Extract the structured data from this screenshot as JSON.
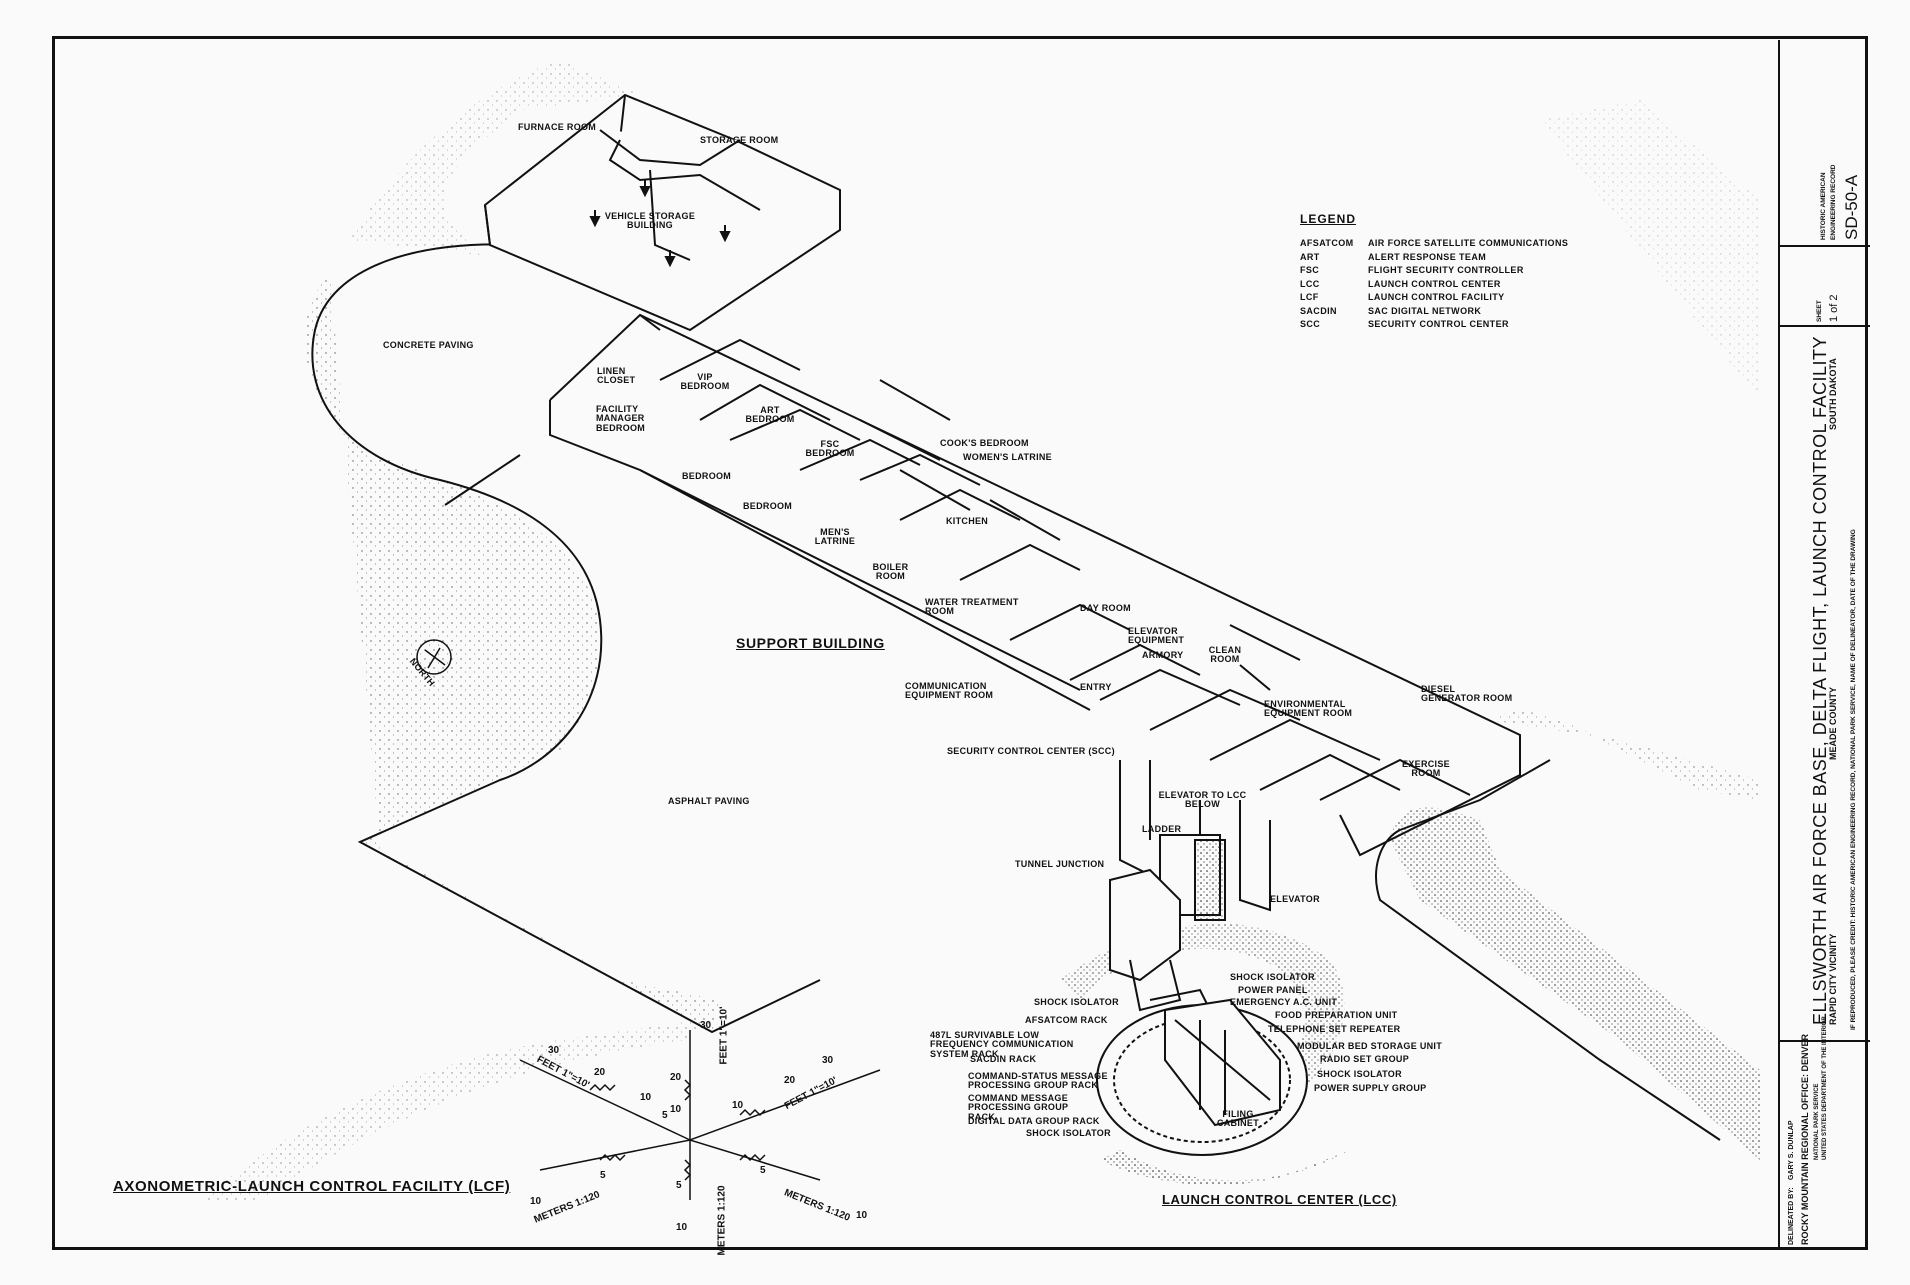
{
  "labels": {
    "furnace_room": "FURNACE ROOM",
    "storage_room": "STORAGE ROOM",
    "vehicle_storage": "VEHICLE STORAGE BUILDING",
    "concrete_paving": "CONCRETE PAVING",
    "asphalt_paving": "ASPHALT PAVING",
    "north": "NORTH",
    "linen_closet": "LINEN CLOSET",
    "vip_bedroom": "VIP BEDROOM",
    "facility_manager_bedroom": "FACILITY MANAGER BEDROOM",
    "art_bedroom": "ART BEDROOM",
    "fsc_bedroom": "FSC BEDROOM",
    "bedroom_1": "BEDROOM",
    "bedroom_2": "BEDROOM",
    "cooks_bedroom": "COOK'S BEDROOM",
    "womens_latrine": "WOMEN'S LATRINE",
    "kitchen": "KITCHEN",
    "mens_latrine": "MEN'S LATRINE",
    "boiler_room": "BOILER ROOM",
    "water_treatment": "WATER TREATMENT ROOM",
    "day_room": "DAY ROOM",
    "support_building": "SUPPORT BUILDING",
    "elevator_equipment": "ELEVATOR EQUIPMENT",
    "armory": "ARMORY",
    "clean_room": "CLEAN ROOM",
    "communication_equipment": "COMMUNICATION EQUIPMENT ROOM",
    "entry": "ENTRY",
    "environmental_equipment": "ENVIRONMENTAL EQUIPMENT ROOM",
    "diesel_generator": "DIESEL GENERATOR ROOM",
    "exercise_room": "EXERCISE ROOM",
    "security_control_center": "SECURITY CONTROL CENTER (SCC)",
    "elevator_to_lcc": "ELEVATOR TO LCC BELOW",
    "ladder": "LADDER",
    "tunnel_junction": "TUNNEL JUNCTION",
    "elevator": "ELEVATOR",
    "shock_isolator_1": "SHOCK ISOLATOR",
    "shock_isolator_2": "SHOCK ISOLATOR",
    "power_panel": "POWER PANEL",
    "emergency_ac": "EMERGENCY A.C. UNIT",
    "afsatcom_rack": "AFSATCOM RACK",
    "food_prep": "FOOD PREPARATION UNIT",
    "telephone_repeater": "TELEPHONE SET REPEATER",
    "survivable_lf": "487L SURVIVABLE LOW FREQUENCY COMMUNICATION SYSTEM RACK",
    "sacdin_rack": "SACDIN RACK",
    "modular_bed": "MODULAR BED STORAGE UNIT",
    "radio_set": "RADIO SET GROUP",
    "command_status": "COMMAND-STATUS MESSAGE PROCESSING GROUP RACK",
    "shock_isolator_3": "SHOCK ISOLATOR",
    "power_supply": "POWER SUPPLY GROUP",
    "command_message": "COMMAND MESSAGE PROCESSING GROUP RACK",
    "digital_data": "DIGITAL DATA GROUP RACK",
    "shock_isolator_4": "SHOCK ISOLATOR",
    "filing_cabinet": "FILING CABINET",
    "launch_control_center": "LAUNCH CONTROL CENTER (LCC)",
    "axonometric_title": "AXONOMETRIC-LAUNCH CONTROL FACILITY (LCF)"
  },
  "legend": {
    "title": "LEGEND",
    "items": [
      {
        "abbr": "AFSATCOM",
        "meaning": "AIR FORCE SATELLITE COMMUNICATIONS"
      },
      {
        "abbr": "ART",
        "meaning": "ALERT RESPONSE TEAM"
      },
      {
        "abbr": "FSC",
        "meaning": "FLIGHT SECURITY CONTROLLER"
      },
      {
        "abbr": "LCC",
        "meaning": "LAUNCH CONTROL CENTER"
      },
      {
        "abbr": "LCF",
        "meaning": "LAUNCH CONTROL FACILITY"
      },
      {
        "abbr": "SACDIN",
        "meaning": "SAC DIGITAL NETWORK"
      },
      {
        "abbr": "SCC",
        "meaning": "SECURITY CONTROL CENTER"
      }
    ]
  },
  "scales": {
    "feet_1": "FEET 1\"=10'",
    "feet_2": "FEET 1\"=10'",
    "feet_3": "FEET 1\"=10'",
    "meters_1": "METERS 1:120",
    "meters_2": "METERS 1:120",
    "meters_3": "METERS 1:120",
    "n30a": "30",
    "n20a": "20",
    "n10a": "10",
    "n5a": "5",
    "n30b": "30",
    "n20b": "20",
    "n10b": "10",
    "n30c": "30",
    "n20c": "20",
    "n10c": "10",
    "n10m1": "10",
    "n5m1": "5",
    "n10m2": "10",
    "n5m2": "5",
    "n10m3": "10",
    "n5m3": "5"
  },
  "title_block": {
    "main_title": "ELLSWORTH AIR FORCE BASE, DELTA FLIGHT, LAUNCH CONTROL FACILITY",
    "location_1": "RAPID CITY VICINITY",
    "location_2": "MEADE COUNTY",
    "location_3": "SOUTH DAKOTA",
    "repro_note": "IF REPRODUCED, PLEASE CREDIT: HISTORIC AMERICAN ENGINEERING RECORD, NATIONAL PARK SERVICE, NAME OF DELINEATOR, DATE OF THE DRAWING",
    "office": "ROCKY MOUNTAIN REGIONAL OFFICE: DENVER",
    "delineated_by": "DELINEATED BY:",
    "delineator": "GARY S. DUNLAP",
    "agency_1": "NATIONAL PARK SERVICE",
    "agency_2": "UNITED STATES DEPARTMENT OF THE INTERIOR",
    "record_label_1": "HISTORIC AMERICAN",
    "record_label_2": "ENGINEERING RECORD",
    "record_number": "SD-50-A",
    "sheet_label": "SHEET",
    "sheet_number": "1 of 2"
  }
}
